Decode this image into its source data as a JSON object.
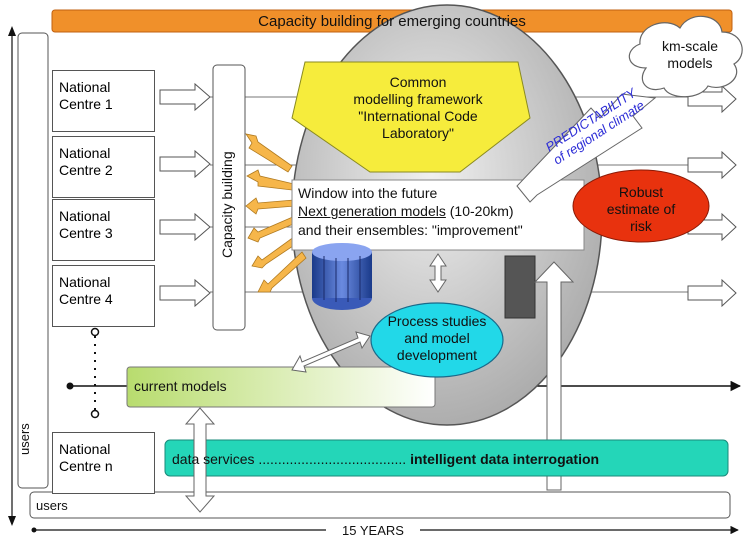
{
  "banner": {
    "title": "Capacity building for emerging countries"
  },
  "side_users_label": "users",
  "bottom_users_label": "users",
  "capacity_building_label": "Capacity building",
  "centres": [
    {
      "line1": "National",
      "line2": "Centre 1"
    },
    {
      "line1": "National",
      "line2": "Centre 2"
    },
    {
      "line1": "National",
      "line2": "Centre 3"
    },
    {
      "line1": "National",
      "line2": "Centre 4"
    },
    {
      "line1": "National",
      "line2": "Centre n"
    }
  ],
  "framework": {
    "line1": "Common",
    "line2": "modelling framework",
    "line3": "\"International Code",
    "line4": "Laboratory\""
  },
  "window": {
    "line1": "Window into the future",
    "line2a": "Next generation models",
    "line2b": " (10-20km)",
    "line3": "and their ensembles: \"improvement\""
  },
  "km_scale": {
    "line1": "km-scale",
    "line2": "models"
  },
  "predictability": {
    "line1": "PREDICTABILITY",
    "line2": "of regional climate"
  },
  "robust": {
    "line1": "Robust",
    "line2": "estimate of",
    "line3": "risk"
  },
  "process": {
    "line1": "Process studies",
    "line2": "and model",
    "line3": "development"
  },
  "current_models_label": "current models",
  "data_services": {
    "prefix": "data services ......................................",
    "bold": "intelligent data interrogation"
  },
  "timeline_label": "15 YEARS",
  "colors": {
    "banner": "#f0902a",
    "framework": "#f6ec3c",
    "robust": "#e8320e",
    "process": "#22d8e8",
    "data_services": "#24d6b8",
    "current_models": "#c8e28a",
    "arrow_orange": "#f6b64a",
    "predict_text": "#2c2cd6"
  }
}
